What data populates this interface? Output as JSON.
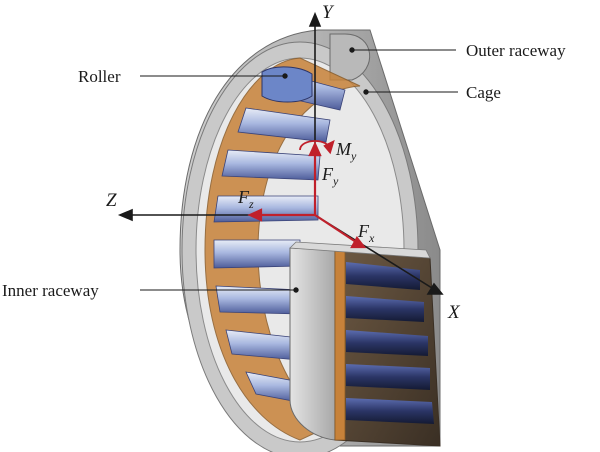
{
  "labels": {
    "outer_raceway": "Outer raceway",
    "cage": "Cage",
    "roller": "Roller",
    "inner_raceway": "Inner raceway"
  },
  "axes": {
    "x": "X",
    "y": "Y",
    "z": "Z"
  },
  "forces": {
    "mx_main": "M",
    "mx_sub": "y",
    "fy_main": "F",
    "fy_sub": "y",
    "fz_main": "F",
    "fz_sub": "z",
    "fx_main": "F",
    "fx_sub": "x"
  },
  "colors": {
    "axis": "#1a1a1a",
    "force": "#c0202b",
    "cage": "#c7823a",
    "roller": "#8fa6d8",
    "ring": "#9a9a9a"
  }
}
